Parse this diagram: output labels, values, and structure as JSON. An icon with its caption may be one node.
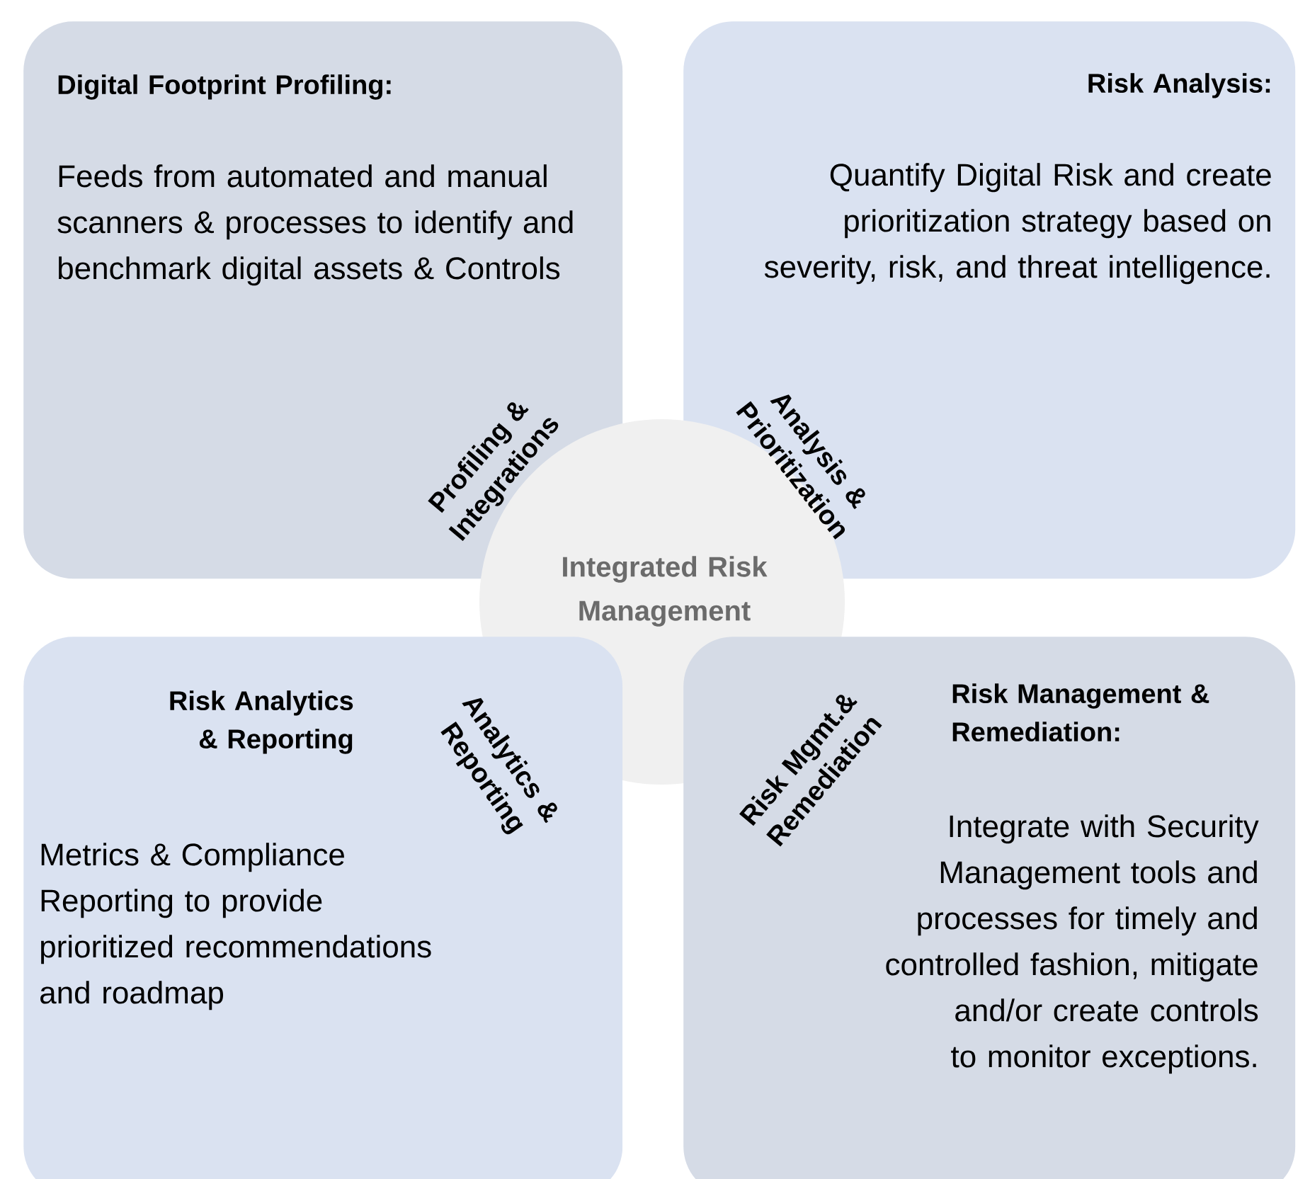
{
  "diagram": {
    "nodes": [
      {
        "text": [
          "Digital Footprint Profiling:",
          "Feeds from automated and manual scanners & processes to identify and benchmark digital assets & Controls"
        ]
      },
      {
        "text": [
          "Risk Analysis:",
          "Quantify Digital Risk and create prioritization strategy based on severity, risk, and threat intelligence."
        ]
      },
      {
        "text": [
          "Integrated Risk Management"
        ]
      },
      {
        "text": [
          "Risk Analytics & Reporting",
          "Metrics & Compliance Reporting to provide prioritized recommendations and roadmap"
        ]
      },
      {
        "text": [
          "Risk Management & Remediation:",
          "Integrate with Security Management tools and processes for timely and controlled fashion, mitigate and/or create controls to monitor exceptions."
        ]
      }
    ],
    "labels": [
      "Profiling & Integrations",
      "Analysis & Prioritization",
      "Analytics & Reporting",
      "Risk Mgmt.& Remediation"
    ]
  }
}
